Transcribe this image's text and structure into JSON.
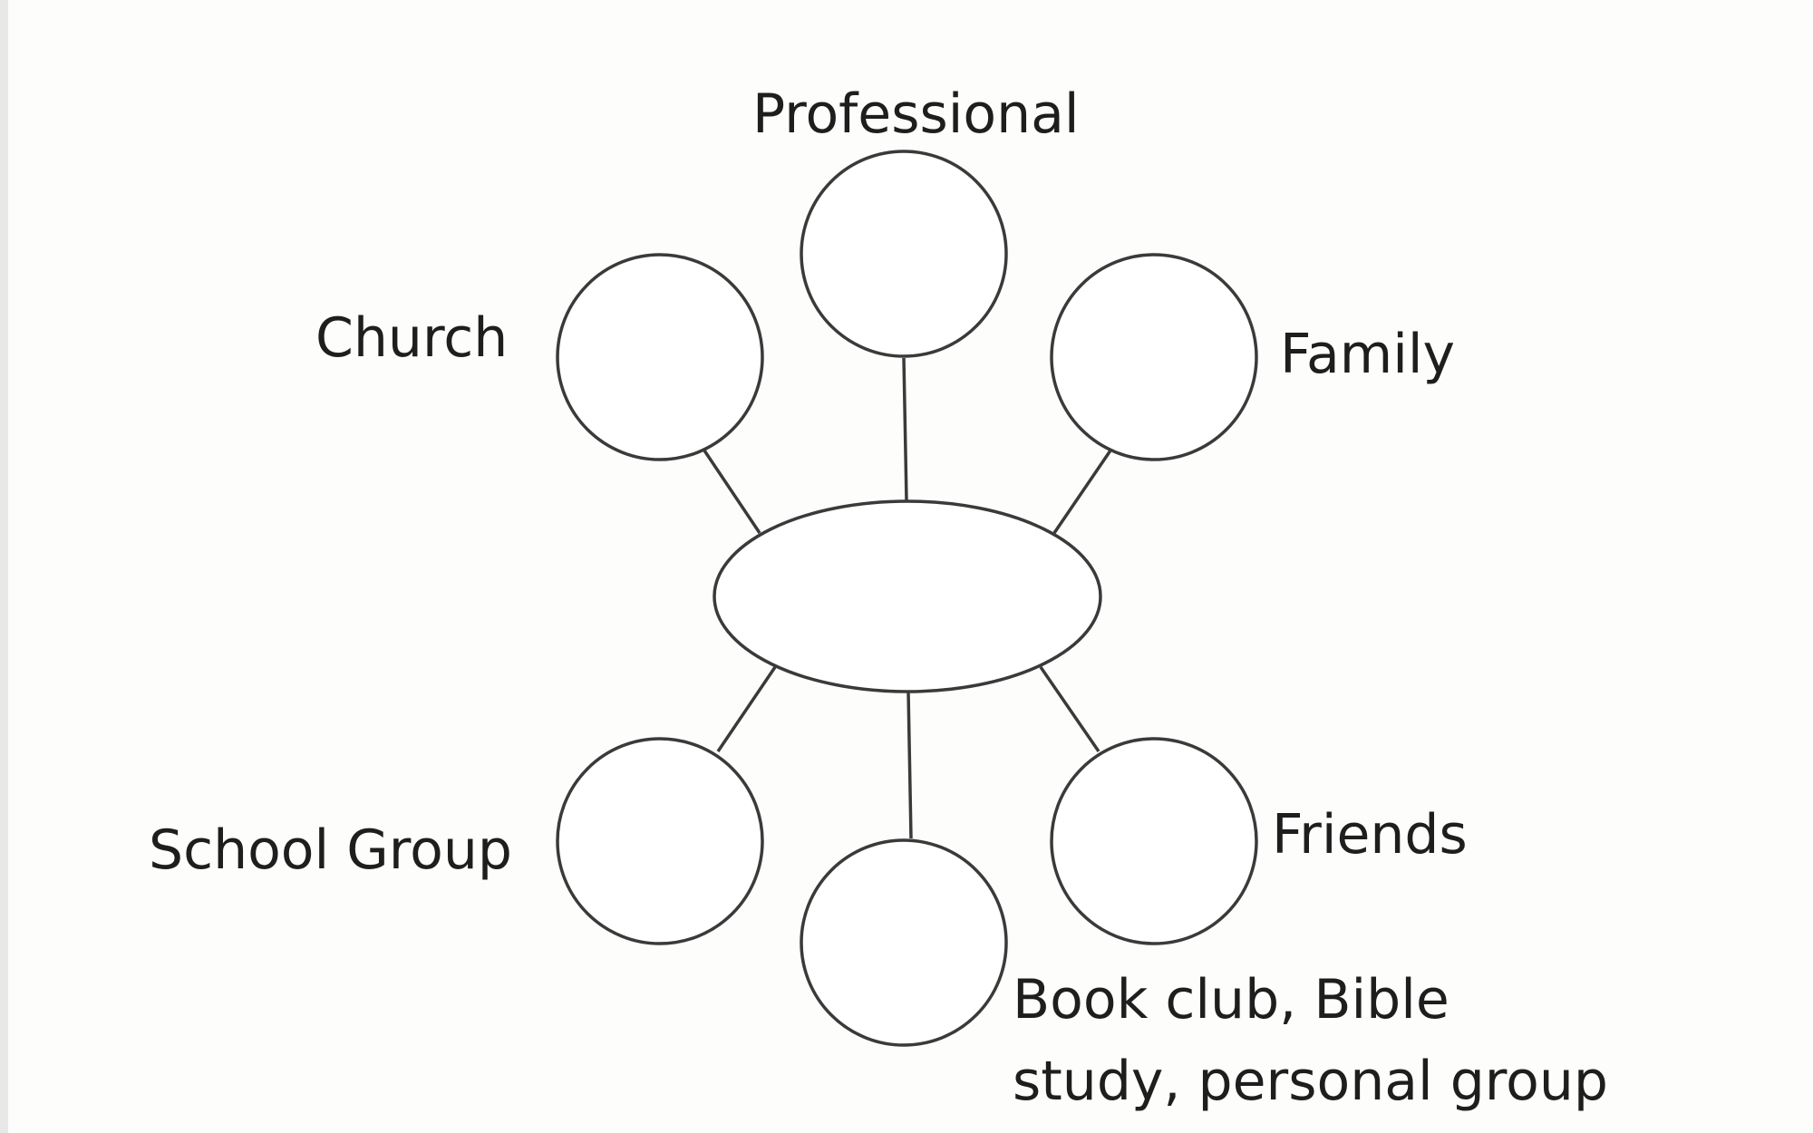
{
  "diagram": {
    "hub_label": "",
    "nodes": [
      {
        "id": "professional",
        "label": "Professional"
      },
      {
        "id": "church",
        "label": "Church"
      },
      {
        "id": "family",
        "label": "Family"
      },
      {
        "id": "school",
        "label": "School Group"
      },
      {
        "id": "friends",
        "label": "Friends"
      },
      {
        "id": "book",
        "label_line1": "Book club, Bible",
        "label_line2": "study, personal group"
      }
    ]
  },
  "colors": {
    "stroke": "#3a3a3a",
    "text": "#1e1e1e",
    "background": "#fdfdfc"
  }
}
